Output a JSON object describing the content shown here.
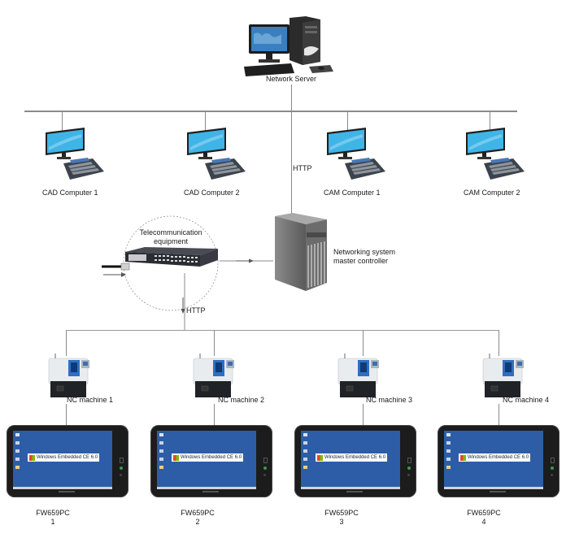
{
  "server": {
    "label": "Network Server"
  },
  "top_bus_protocol": "HTTP",
  "computers": [
    {
      "label": "CAD Computer 1"
    },
    {
      "label": "CAD Computer 2"
    },
    {
      "label": "CAM Computer 1"
    },
    {
      "label": "CAM Computer 2"
    }
  ],
  "telecom": {
    "label_line1": "Telecommunication",
    "label_line2": "equipment"
  },
  "controller": {
    "label_line1": "Networking system",
    "label_line2": "master controller"
  },
  "bottom_bus_protocol": "HTTP",
  "nc_machines": [
    {
      "label": "NC machine 1"
    },
    {
      "label": "NC machine 2"
    },
    {
      "label": "NC machine 3"
    },
    {
      "label": "NC machine 4"
    }
  ],
  "panels": [
    {
      "model": "FW659PC",
      "index": "1",
      "screen_text": "Windows Embedded CE 6.0"
    },
    {
      "model": "FW659PC",
      "index": "2",
      "screen_text": "Windows Embedded CE 6.0"
    },
    {
      "model": "FW659PC",
      "index": "3",
      "screen_text": "Windows Embedded CE 6.0"
    },
    {
      "model": "FW659PC",
      "index": "4",
      "screen_text": "Windows Embedded CE 6.0"
    }
  ],
  "colors": {
    "line": "#8a8a8a",
    "monitor_screen": "#3fb4e6",
    "panel_screen": "#2d5da6",
    "nc_panel_blue": "#2f6fc0"
  }
}
